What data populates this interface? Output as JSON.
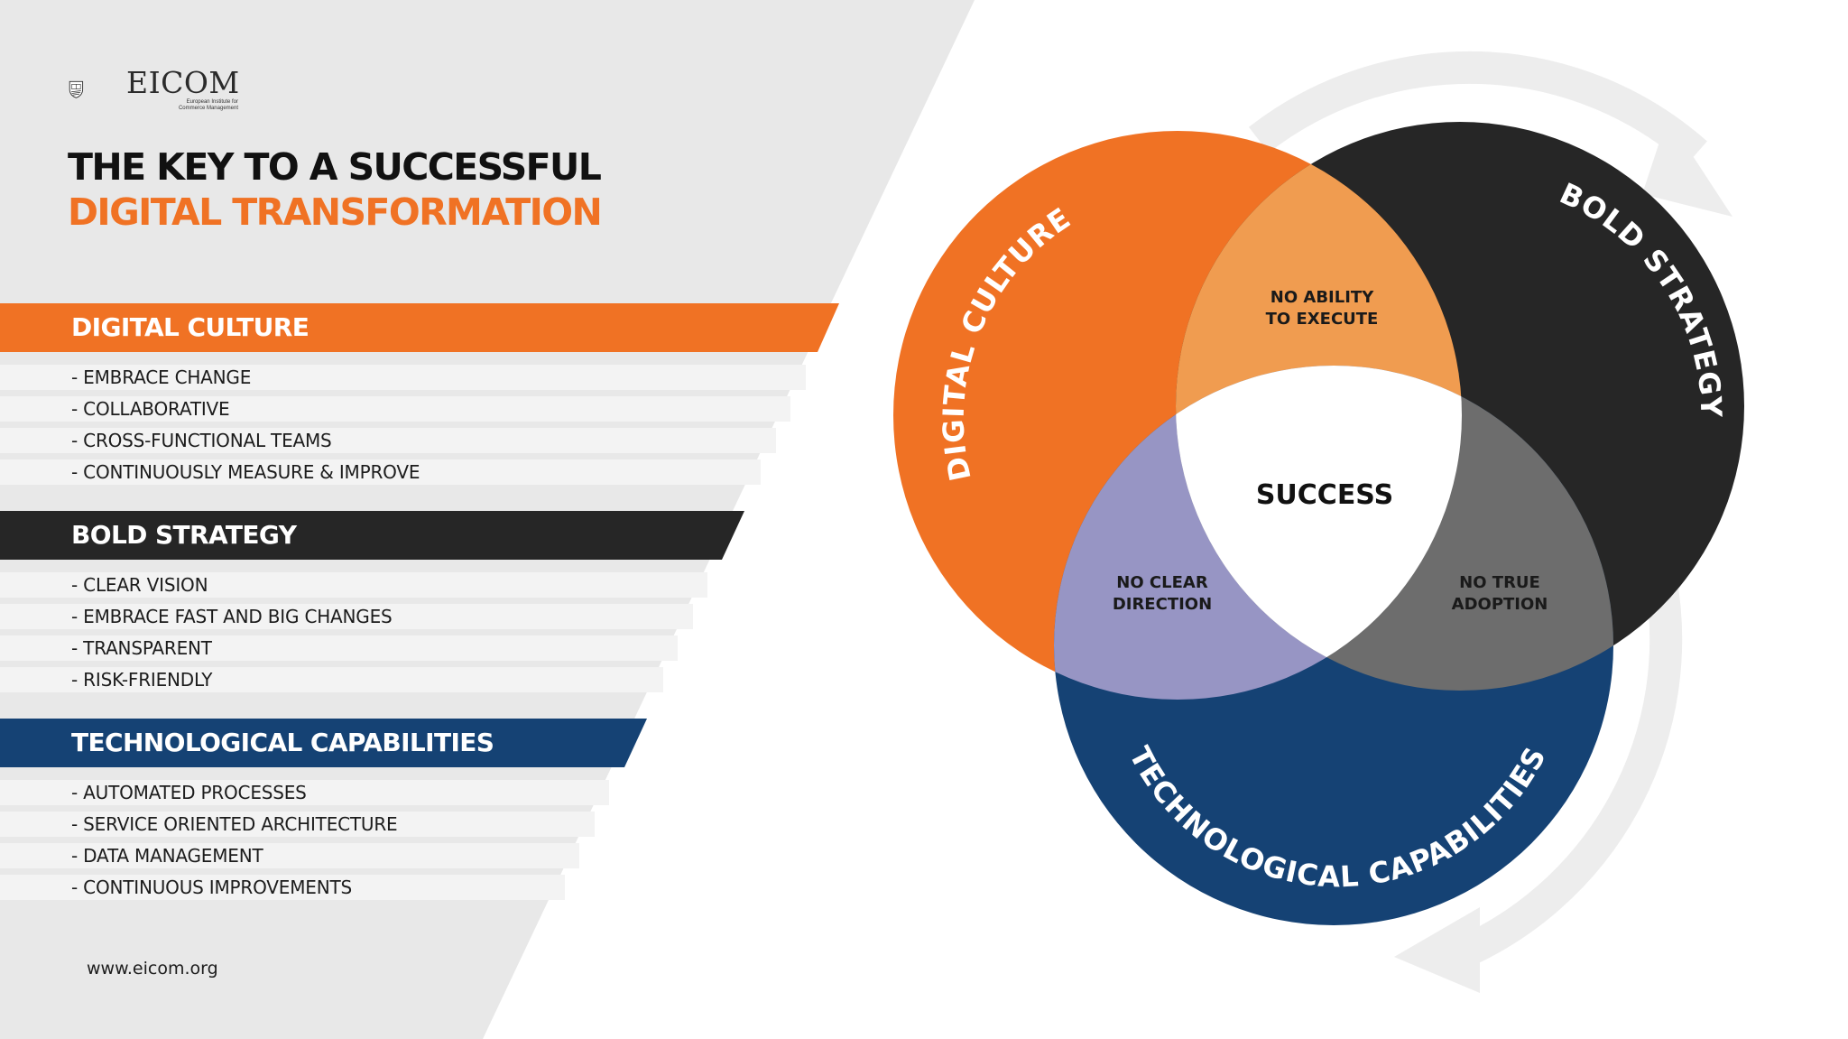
{
  "brand": {
    "name": "EICOM",
    "subtitle_line1": "European Institute for",
    "subtitle_line2": "Commerce Management",
    "website": "www.eicom.org"
  },
  "title": {
    "line1": "THE KEY TO A SUCCESSFUL",
    "line2": "DIGITAL TRANSFORMATION"
  },
  "sections": [
    {
      "heading": "DIGITAL CULTURE",
      "color": "#f07224",
      "items": [
        "- EMBRACE CHANGE",
        "- COLLABORATIVE",
        "- CROSS-FUNCTIONAL TEAMS",
        "- CONTINUOUSLY MEASURE & IMPROVE"
      ]
    },
    {
      "heading": "BOLD STRATEGY",
      "color": "#262626",
      "items": [
        "- CLEAR VISION",
        "- EMBRACE FAST AND BIG CHANGES",
        "- TRANSPARENT",
        "- RISK-FRIENDLY"
      ]
    },
    {
      "heading": "TECHNOLOGICAL CAPABILITIES",
      "color": "#154274",
      "items": [
        "- AUTOMATED PROCESSES",
        "- SERVICE ORIENTED ARCHITECTURE",
        "- DATA MANAGEMENT",
        "- CONTINUOUS IMPROVEMENTS"
      ]
    }
  ],
  "venn": {
    "circles": {
      "culture": "DIGITAL CULTURE",
      "strategy": "BOLD STRATEGY",
      "tech": "TECHNOLOGICAL CAPABILITIES"
    },
    "center": "SUCCESS",
    "overlaps": {
      "culture_strategy": [
        "NO ABILITY",
        "TO EXECUTE"
      ],
      "culture_tech": [
        "NO CLEAR",
        "DIRECTION"
      ],
      "strategy_tech": [
        "NO TRUE",
        "ADOPTION"
      ]
    },
    "colors": {
      "culture": "#f07224",
      "strategy": "#262626",
      "tech": "#154274",
      "culture_strategy": "#f09c50",
      "culture_tech": "#9795c4",
      "strategy_tech": "#6d6d6d",
      "center": "#ffffff"
    }
  }
}
